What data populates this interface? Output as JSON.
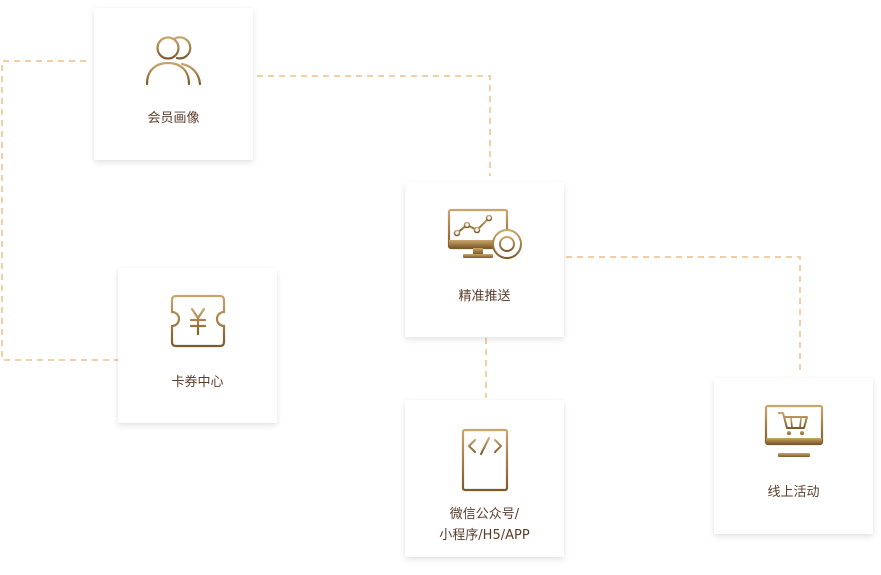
{
  "nodes": {
    "member": {
      "label": "会员画像",
      "icon": "members-icon"
    },
    "precise": {
      "label": "精准推送",
      "icon": "monitor-target-icon"
    },
    "coupon": {
      "label": "卡券中心",
      "icon": "ticket-yen-icon"
    },
    "wechat": {
      "label_line1": "微信公众号/",
      "label_line2": "小程序/H5/APP",
      "icon": "code-phone-icon"
    },
    "online": {
      "label": "线上活动",
      "icon": "shopping-cart-screen-icon"
    }
  },
  "colors": {
    "connector": "#f2cfa6",
    "icon_gradient_start": "#c9a66b",
    "icon_gradient_end": "#7d5a2a",
    "label": "#5a3d2b"
  }
}
